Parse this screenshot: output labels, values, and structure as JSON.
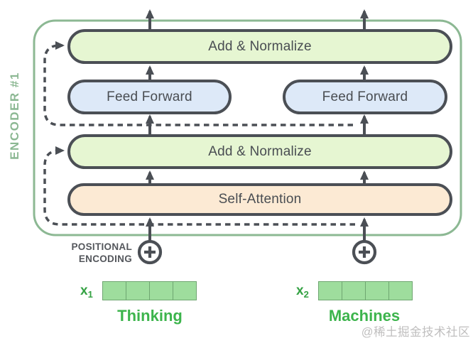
{
  "diagram": {
    "encoder_label": "ENCODER #1",
    "blocks": {
      "add_normalize_top": "Add & Normalize",
      "feed_forward_left": "Feed Forward",
      "feed_forward_right": "Feed Forward",
      "add_normalize_mid": "Add & Normalize",
      "self_attention": "Self-Attention"
    },
    "positional_encoding": {
      "line1": "POSITIONAL",
      "line2": "ENCODING"
    },
    "tokens": [
      {
        "label": "x",
        "subscript": "1",
        "word": "Thinking",
        "cells": 4
      },
      {
        "label": "x",
        "subscript": "2",
        "word": "Machines",
        "cells": 4
      }
    ],
    "colors": {
      "encoder_border_green": "#8cb893",
      "box_border_dark": "#4b4f55",
      "add_normalize_fill": "#e6f6d2",
      "feed_forward_fill": "#dde9f8",
      "self_attention_fill": "#fcead4",
      "vector_fill": "#9edd9d",
      "vector_border": "#6fa671",
      "token_text_green": "#3cb44c",
      "label_gray": "#54575c",
      "watermark_gray": "#bfbebe"
    }
  },
  "watermark": "@稀土掘金技术社区"
}
